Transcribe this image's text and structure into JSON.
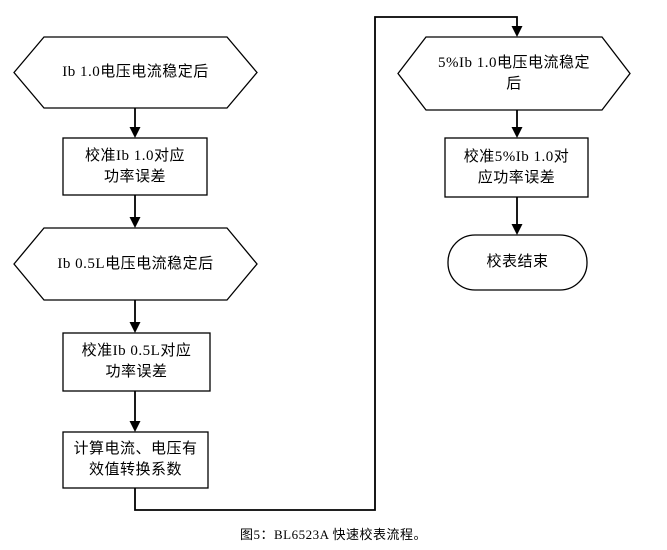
{
  "colors": {
    "line": "#000000",
    "background": "#ffffff",
    "text": "#000000"
  },
  "nodes": {
    "ib10_ready": {
      "shape": "hexagon",
      "lines": [
        "Ib 1.0电压电流稳定后"
      ]
    },
    "cal_ib10": {
      "shape": "process",
      "lines": [
        "校准Ib 1.0对应",
        "功率误差"
      ]
    },
    "ib05l_ready": {
      "shape": "hexagon",
      "lines": [
        "Ib 0.5L电压电流稳定后"
      ]
    },
    "cal_ib05l": {
      "shape": "process",
      "lines": [
        "校准Ib 0.5L对应",
        "功率误差"
      ]
    },
    "calc_rms": {
      "shape": "process",
      "lines": [
        "计算电流、电压有",
        "效值转换系数"
      ]
    },
    "pct5ib10_ready": {
      "shape": "hexagon",
      "lines": [
        "5%Ib 1.0电压电流稳定",
        "后"
      ]
    },
    "cal_5ib10": {
      "shape": "process",
      "lines": [
        "校准5%Ib 1.0对",
        "应功率误差"
      ]
    },
    "end": {
      "shape": "terminator",
      "lines": [
        "校表结束"
      ]
    }
  },
  "caption": "图5：BL6523A 快速校表流程。"
}
